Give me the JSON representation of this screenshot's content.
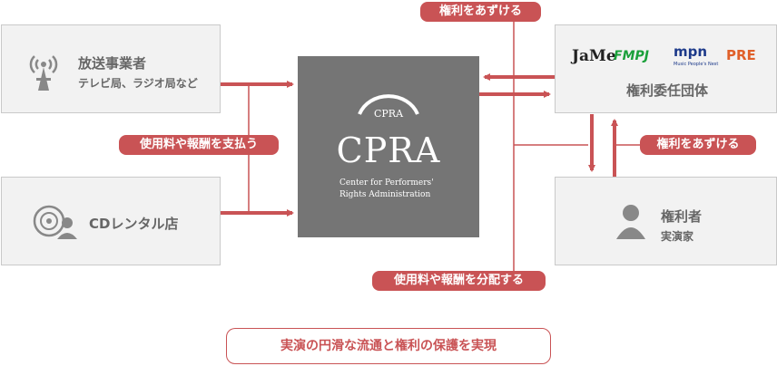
{
  "broadcasters": {
    "title": "放送事業者",
    "subtitle": "テレビ局、ラジオ局など"
  },
  "cd_rental": {
    "title": "CDレンタル店"
  },
  "cpra": {
    "logo_text": "CPRA",
    "mark_text": "CPRA",
    "full_name_1": "Center for Performers'",
    "full_name_2": "Rights Administration"
  },
  "trust_groups": {
    "title": "権利委任団体",
    "logos": [
      {
        "text": "JaMe",
        "color": "#222222"
      },
      {
        "text": "FMPJ",
        "color": "#1aa03a"
      },
      {
        "text": "mpn",
        "color": "#1d3a8a",
        "sub": "Music People's Nest"
      },
      {
        "text": "PRE",
        "color": "#e0602a"
      }
    ]
  },
  "rights_holder": {
    "title": "権利者",
    "subtitle": "実演家"
  },
  "labels": {
    "pay_fee": "使用料や報酬を支払う",
    "entrust_top": "権利をあずける",
    "entrust_right": "権利をあずける",
    "distribute": "使用料や報酬を分配する"
  },
  "footer": "実演の円滑な流通と権利の保護を実現",
  "colors": {
    "accent": "#c95355",
    "cpra_box": "#757575",
    "box_bg": "#f2f2f2"
  }
}
